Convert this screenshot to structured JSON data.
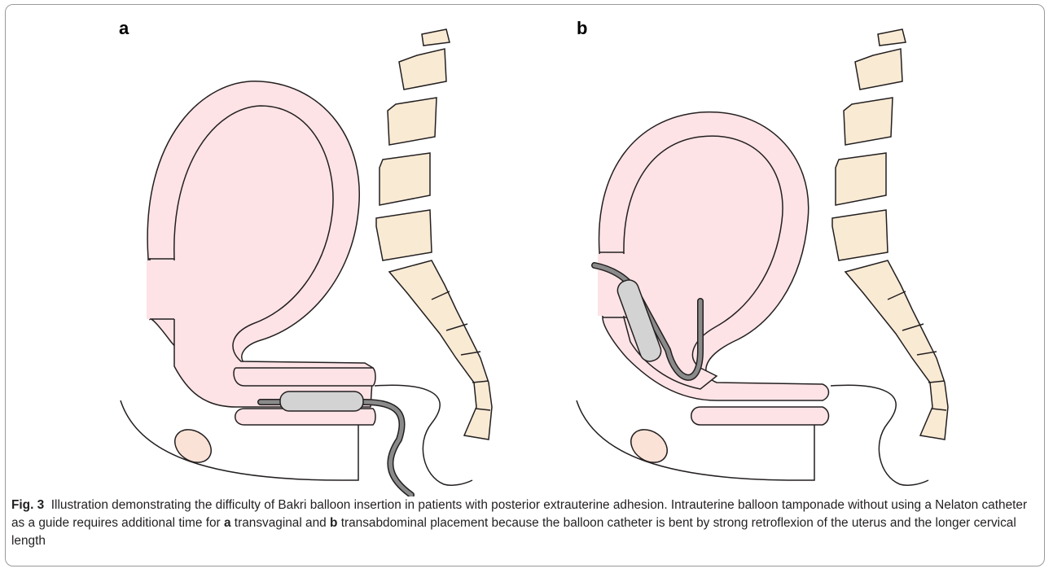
{
  "figure": {
    "panel_a_label": "a",
    "panel_b_label": "b",
    "colors": {
      "uterus_fill": "#fde3e6",
      "vertebra_fill": "#f9ead4",
      "balloon_fill": "#d3d3d3",
      "catheter": "#888888",
      "bone_oval": "#fbe2d6",
      "outline": "#231f20"
    }
  },
  "caption": {
    "fig_label": "Fig. 3",
    "text_1": "Illustration demonstrating the difficulty of Bakri balloon insertion in patients with posterior extrauterine adhesion. Intrauterine balloon tamponade without using a Nelaton catheter as a guide requires additional time for",
    "bold_a": "a",
    "text_2": "transvaginal and",
    "bold_b": "b",
    "text_3": "transabdominal placement because the balloon catheter is bent by strong retroflexion of the uterus and the longer cervical length"
  }
}
